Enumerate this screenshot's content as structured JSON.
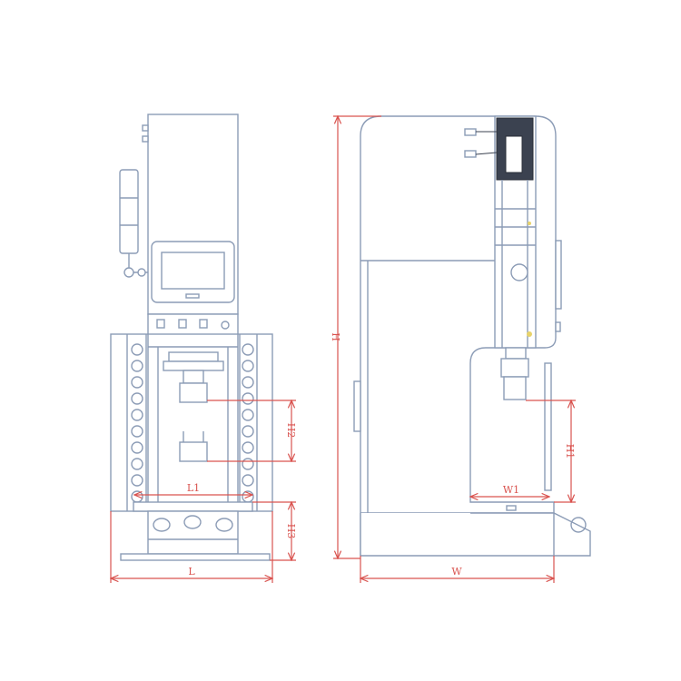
{
  "colors": {
    "outline": "#8c9cb6",
    "dimension": "#d9534f"
  },
  "front_view": {
    "dimensions": {
      "H2": "H2",
      "L1": "L1",
      "H3": "H3",
      "L": "L"
    }
  },
  "side_view": {
    "dimensions": {
      "H": "H",
      "W": "W",
      "W1": "W1",
      "H1": "H1"
    }
  }
}
